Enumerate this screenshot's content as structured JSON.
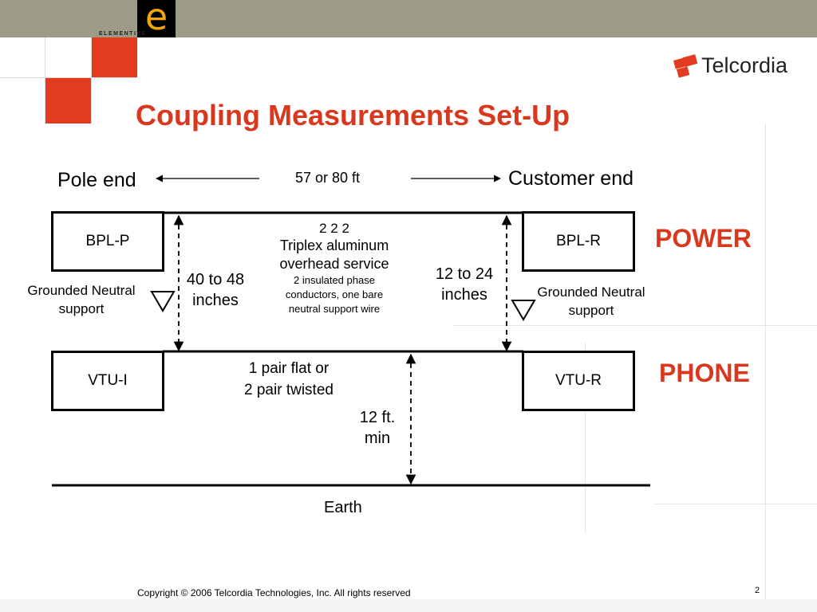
{
  "brand": {
    "logo_letter": "e",
    "logo_word": "ELEMENTIVE",
    "company": "Telcordia"
  },
  "slide": {
    "title": "Coupling Measurements Set-Up",
    "page_number": "2",
    "copyright": "Copyright © 2006 Telcordia Technologies, Inc. All rights reserved"
  },
  "diagram": {
    "pole_end": "Pole end",
    "customer_end": "Customer end",
    "span": "57 or 80 ft",
    "bpl_p": "BPL-P",
    "bpl_r": "BPL-R",
    "vtu_i": "VTU-I",
    "vtu_r": "VTU-R",
    "power": "POWER",
    "phone": "PHONE",
    "grounded_left_1": "Grounded Neutral",
    "grounded_left_2": "support",
    "grounded_right_1": "Grounded Neutral",
    "grounded_right_2": "support",
    "sep_left_1": "40 to 48",
    "sep_left_2": "inches",
    "sep_right_1": "12 to 24",
    "sep_right_2": "inches",
    "triplex_1": "2 2 2",
    "triplex_2": "Triplex aluminum",
    "triplex_3": "overhead service",
    "triplex_4": "2 insulated phase",
    "triplex_5": "conductors, one bare",
    "triplex_6": "neutral support wire",
    "pair_1": "1 pair flat or",
    "pair_2": "2 pair twisted",
    "clearance_1": "12 ft.",
    "clearance_2": "min",
    "earth": "Earth"
  }
}
